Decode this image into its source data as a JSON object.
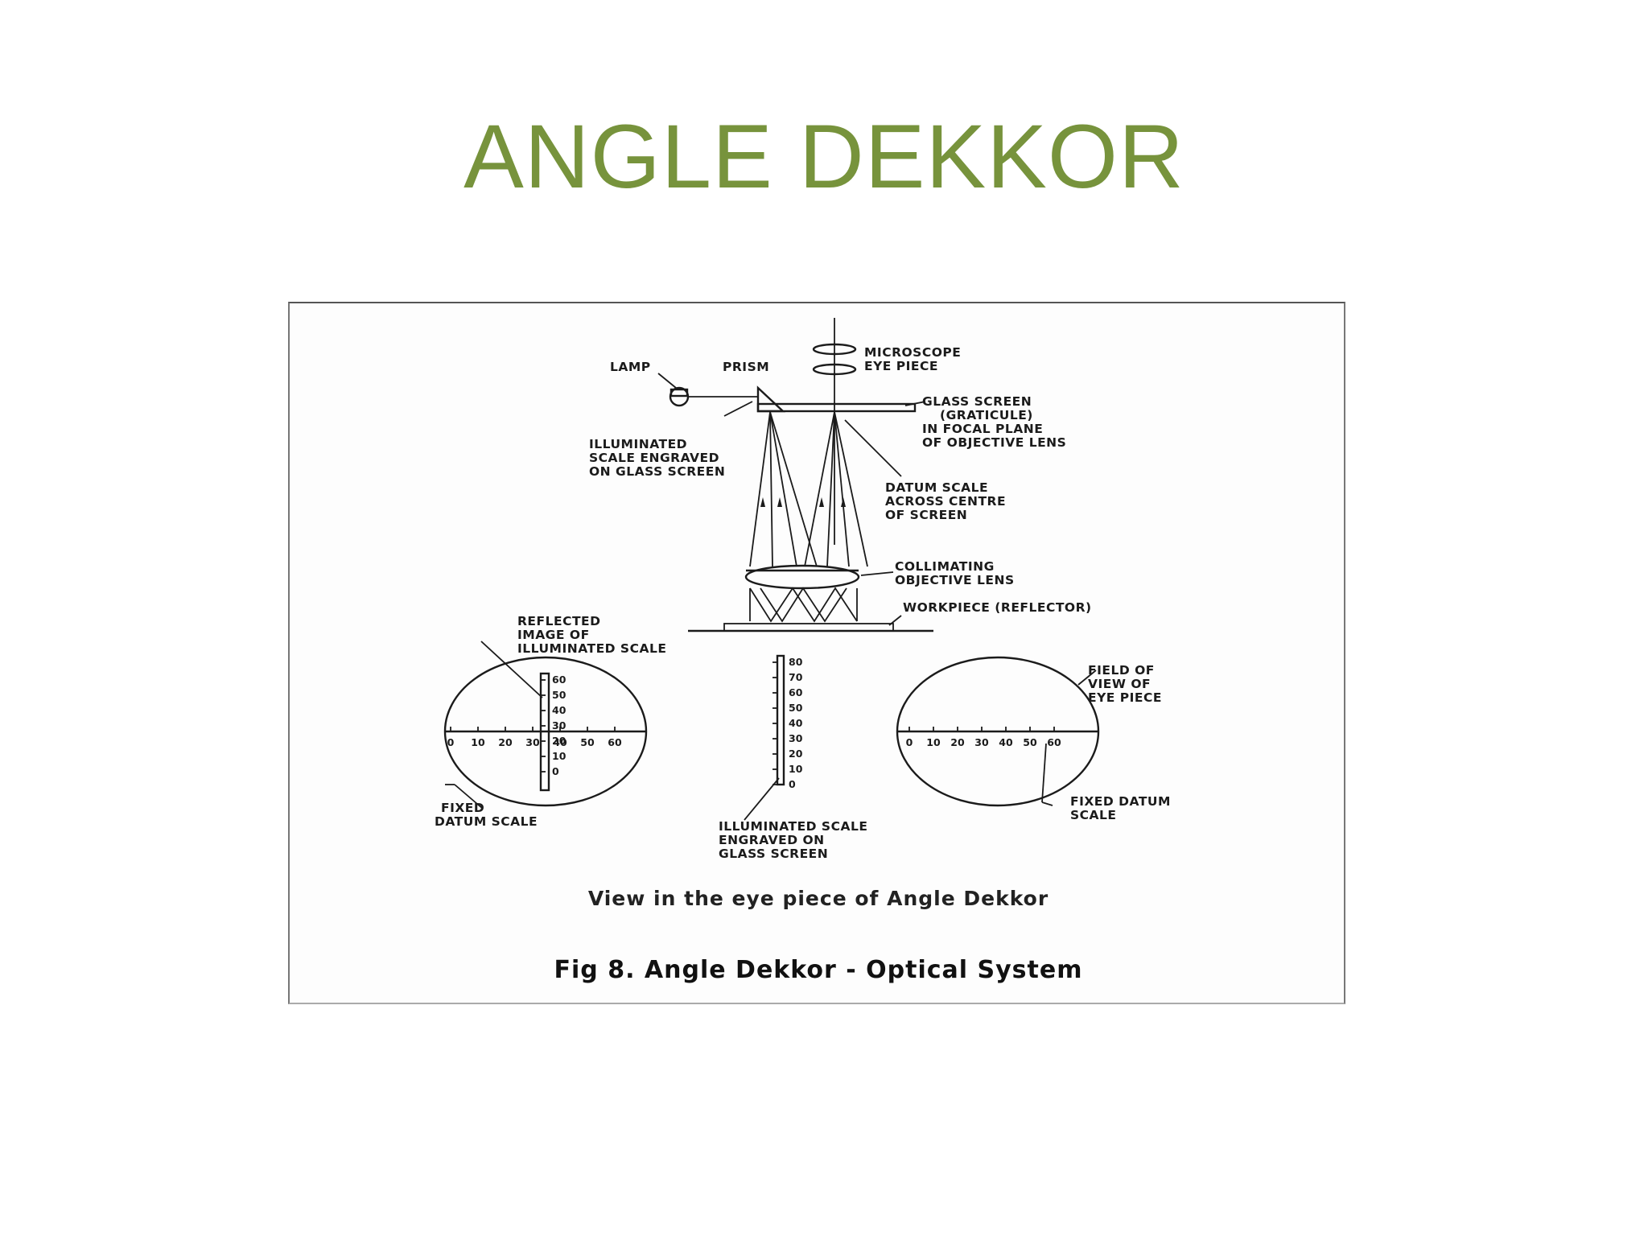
{
  "slide": {
    "title": "ANGLE DEKKOR"
  },
  "figure": {
    "labels": {
      "lamp": "LAMP",
      "prism": "PRISM",
      "eyepiece_1": "MICROSCOPE",
      "eyepiece_2": "EYE PIECE",
      "glass_screen_1": "GLASS SCREEN",
      "glass_screen_2": "(GRATICULE)",
      "glass_screen_3": "IN FOCAL PLANE",
      "glass_screen_4": "OF OBJECTIVE LENS",
      "illum_1": "ILLUMINATED",
      "illum_2": "SCALE ENGRAVED",
      "illum_3": "ON GLASS SCREEN",
      "datum_1": "DATUM SCALE",
      "datum_2": "ACROSS CENTRE",
      "datum_3": "OF SCREEN",
      "collim_1": "COLLIMATING",
      "collim_2": "OBJECTIVE LENS",
      "workpiece": "WORKPIECE (REFLECTOR)",
      "reflected_1": "REFLECTED",
      "reflected_2": "IMAGE OF",
      "reflected_3": "ILLUMINATED SCALE",
      "field_1": "FIELD OF",
      "field_2": "VIEW OF",
      "field_3": "EYE PIECE",
      "fixed_left_1": "FIXED",
      "fixed_left_2": "DATUM SCALE",
      "illum_bottom_1": "ILLUMINATED SCALE",
      "illum_bottom_2": "ENGRAVED ON",
      "illum_bottom_3": "GLASS SCREEN",
      "fixed_right_1": "FIXED DATUM",
      "fixed_right_2": "SCALE"
    },
    "left_vertical_ticks": [
      "60",
      "50",
      "40",
      "30",
      "20",
      "10",
      "0"
    ],
    "left_horizontal_ticks": [
      "0",
      "10",
      "20",
      "30",
      "40",
      "50",
      "60"
    ],
    "center_scale_ticks": [
      "80",
      "70",
      "60",
      "50",
      "40",
      "30",
      "20",
      "10",
      "0"
    ],
    "right_horizontal_ticks": [
      "0",
      "10",
      "20",
      "30",
      "40",
      "50",
      "60"
    ],
    "caption_view": "View in the eye piece of Angle Dekkor",
    "caption_fig": "Fig 8. Angle Dekkor - Optical System"
  }
}
